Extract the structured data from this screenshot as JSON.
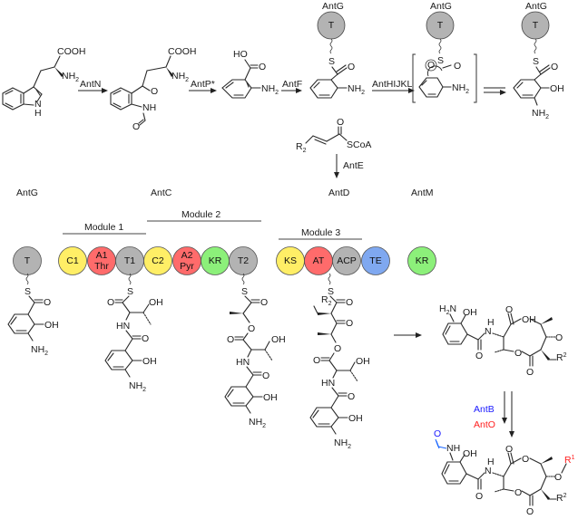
{
  "diagram": {
    "title": "Antimycin biosynthesis pathway",
    "top_pathway": {
      "compounds": [
        {
          "id": "tryptophan",
          "labels": [
            "COOH",
            "NH2",
            "N",
            "H"
          ]
        },
        {
          "id": "n-formylkynurenine",
          "labels": [
            "COOH",
            "NH2",
            "O",
            "NH",
            "O"
          ]
        },
        {
          "id": "anthranilate",
          "labels": [
            "HO",
            "O",
            "NH2"
          ]
        },
        {
          "id": "anthraniloyl-antg",
          "carrier": "AntG",
          "domain": "T",
          "labels": [
            "S",
            "O",
            "NH2"
          ]
        },
        {
          "id": "epoxide-intermediate",
          "carrier": "AntG",
          "domain": "T",
          "labels": [
            "S",
            "O",
            "O",
            "NH2"
          ]
        },
        {
          "id": "3-aminosalicyl-antg",
          "carrier": "AntG",
          "domain": "T",
          "labels": [
            "S",
            "O",
            "OH",
            "NH2"
          ]
        }
      ],
      "enzymes": [
        "AntN",
        "AntP*",
        "AntF",
        "AntHIJKL"
      ],
      "enoyl_coa": {
        "r": "R",
        "r_sub": "2",
        "labels": [
          "O",
          "SCoA"
        ],
        "enzyme": "AntE"
      }
    },
    "proteins": [
      {
        "name": "AntG"
      },
      {
        "name": "AntC"
      },
      {
        "name": "AntD"
      },
      {
        "name": "AntM"
      }
    ],
    "modules": [
      "Module 1",
      "Module 2",
      "Module 3"
    ],
    "domains": [
      {
        "label": "T",
        "sub": "",
        "color": "#b3b3b3",
        "group": "AntG"
      },
      {
        "label": "C1",
        "sub": "",
        "color": "#ffee66",
        "group": "AntC"
      },
      {
        "label": "A1",
        "sub": "Thr",
        "color": "#ff6b6b",
        "group": "AntC"
      },
      {
        "label": "T1",
        "sub": "",
        "color": "#b3b3b3",
        "group": "AntC"
      },
      {
        "label": "C2",
        "sub": "",
        "color": "#ffee66",
        "group": "AntC"
      },
      {
        "label": "A2",
        "sub": "Pyr",
        "color": "#ff6b6b",
        "group": "AntC"
      },
      {
        "label": "KR",
        "sub": "",
        "color": "#8cf07a",
        "group": "AntC"
      },
      {
        "label": "T2",
        "sub": "",
        "color": "#b3b3b3",
        "group": "AntC"
      },
      {
        "label": "KS",
        "sub": "",
        "color": "#ffee66",
        "group": "AntD"
      },
      {
        "label": "AT",
        "sub": "",
        "color": "#ff6b6b",
        "group": "AntD"
      },
      {
        "label": "ACP",
        "sub": "",
        "color": "#b3b3b3",
        "group": "AntD"
      },
      {
        "label": "TE",
        "sub": "",
        "color": "#7fa8f0",
        "group": "AntD"
      },
      {
        "label": "KR",
        "sub": "",
        "color": "#8cf07a",
        "group": "AntM"
      }
    ],
    "tethered": {
      "antg": [
        "S",
        "O",
        "OH",
        "NH2"
      ],
      "t1": [
        "S",
        "O",
        "OH",
        "HN",
        "O",
        "OH",
        "NH2"
      ],
      "t2": [
        "S",
        "O",
        "O",
        "O",
        "OH",
        "HN",
        "O",
        "OH",
        "NH2"
      ],
      "acp": [
        "R2",
        "S",
        "O",
        "O",
        "O",
        "O",
        "OH",
        "HN",
        "O",
        "OH",
        "NH2"
      ]
    },
    "products": {
      "dilactone": {
        "labels": [
          "H2N",
          "OH",
          "H",
          "N",
          "O",
          "O",
          "OH",
          "O",
          "O",
          "R",
          "2"
        ]
      },
      "final_enzymes": [
        {
          "name": "AntB",
          "color": "#1a1aff"
        },
        {
          "name": "AntO",
          "color": "#ff2020"
        }
      ],
      "antimycin": {
        "labels": [
          "O",
          "NH",
          "OH",
          "H",
          "N",
          "O",
          "O",
          "O",
          "R",
          "1",
          "O",
          "O",
          "R",
          "2"
        ],
        "formyl_color": "#1a1aff",
        "r1_color": "#ff2020"
      }
    }
  }
}
